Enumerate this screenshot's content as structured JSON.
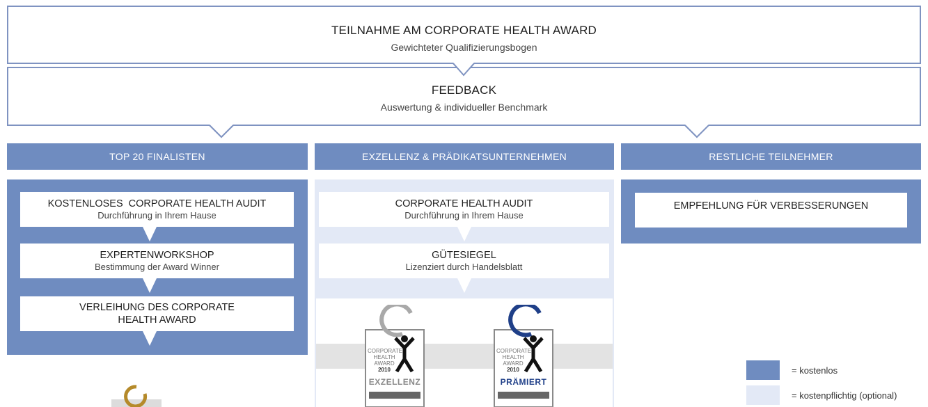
{
  "top": {
    "participation_title": "TEILNAHME AM CORPORATE HEALTH AWARD",
    "participation_subtitle": "Gewichteter Qualifizierungsbogen",
    "feedback_title": "FEEDBACK",
    "feedback_subtitle": "Auswertung & individueller Benchmark"
  },
  "columns": [
    {
      "header": "TOP 20 FINALISTEN",
      "cards": [
        {
          "title": "KOSTENLOSES  CORPORATE HEALTH AUDIT",
          "subtitle": "Durchführung in Ihrem Hause"
        },
        {
          "title": "EXPERTENWORKSHOP",
          "subtitle": "Bestimmung der Award Winner"
        },
        {
          "title": "VERLEIHUNG DES CORPORATE",
          "title2": "HEALTH AWARD"
        }
      ]
    },
    {
      "header": "EXZELLENZ & PRÄDIKATSUNTERNEHMEN",
      "cards": [
        {
          "title": "CORPORATE HEALTH AUDIT",
          "subtitle": "Durchführung in Ihrem Hause"
        },
        {
          "title": "GÜTESIEGEL",
          "subtitle": "Lizenziert durch Handelsblatt"
        }
      ],
      "seals": [
        {
          "lines": [
            "CORPORATE",
            "HEALTH",
            "AWARD"
          ],
          "year": "2010",
          "label": "EXZELLENZ",
          "color": "#8a8a8a"
        },
        {
          "lines": [
            "CORPORATE",
            "HEALTH",
            "AWARD"
          ],
          "year": "2010",
          "label": "PRÄMIERT",
          "color": "#1f3f88"
        }
      ]
    },
    {
      "header": "RESTLICHE TEILNEHMER",
      "cards": [
        {
          "title": "EMPFEHLUNG FÜR VERBESSERUNGEN"
        }
      ]
    }
  ],
  "legend": [
    {
      "label": "= kostenlos",
      "color": "#6f8cc0"
    },
    {
      "label": "= kostenpflichtig (optional)",
      "color": "#e3e9f6"
    }
  ],
  "colors": {
    "accent": "#6f8cc0",
    "light": "#e3e9f6",
    "outline": "#7f93c1",
    "gold": "#b58a2a"
  }
}
